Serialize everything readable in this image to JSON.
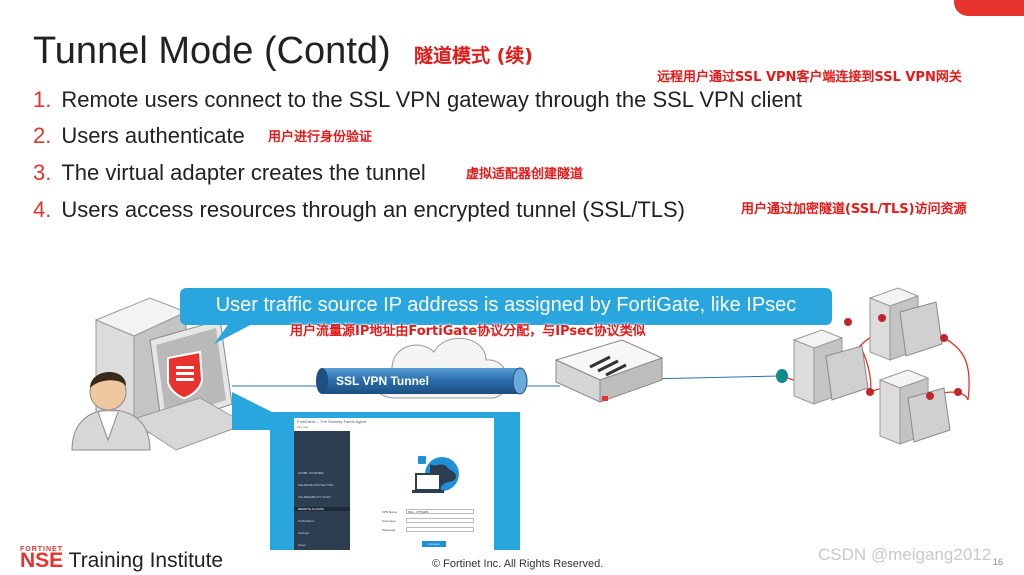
{
  "slide": {
    "title": "Tunnel Mode (Contd)",
    "title_cn": "隧道模式 (续)",
    "items": [
      {
        "num": "1.",
        "text": "Remote users connect to the SSL VPN gateway through the SSL VPN client",
        "cn": "远程用户通过SSL VPN客户端连接到SSL VPN网关"
      },
      {
        "num": "2.",
        "text": "Users authenticate",
        "cn": "用户进行身份验证"
      },
      {
        "num": "3.",
        "text": "The virtual adapter creates the tunnel",
        "cn": "虚拟适配器创建隧道"
      },
      {
        "num": "4.",
        "text": "Users access resources through an encrypted tunnel (SSL/TLS)",
        "cn": "用户通过加密隧道(SSL/TLS)访问资源"
      }
    ]
  },
  "diagram": {
    "callout_text": "User traffic source IP address is assigned by FortiGate, like IPsec",
    "callout_cn": "用户流量源IP地址由FortiGate协议分配，与IPsec协议类似",
    "tunnel_label": "SSL VPN Tunnel"
  },
  "client_app": {
    "window_title": "FortiClient -- The Security Fabric Agent",
    "menu": "File   Help",
    "sidebar_items": [
      "SAMBL SCANNER",
      "MALWARE PROTECTION",
      "VULNERABILITY SCAN",
      "REMOTE ACCESS",
      "Notifications",
      "Settings",
      "About"
    ],
    "active_item": "REMOTE ACCESS",
    "fields": [
      {
        "label": "VPN Name",
        "value": "SSL - OTTAWA"
      },
      {
        "label": "Username",
        "value": ""
      },
      {
        "label": "Password",
        "value": ""
      }
    ],
    "connect_label": "Connect"
  },
  "footer": {
    "brand_top": "FORTINET",
    "brand_nse": "NSE",
    "brand_rest": " Training Institute",
    "copyright": "© Fortinet Inc. All Rights Reserved.",
    "page_number": "16",
    "watermark": "CSDN @meigang2012"
  },
  "colors": {
    "accent_red": "#e8322d",
    "annotation_red": "#e31a1a",
    "callout_blue": "#2aa6df",
    "tunnel_blue": "#2b6fae",
    "link_teal": "#138a8a"
  }
}
